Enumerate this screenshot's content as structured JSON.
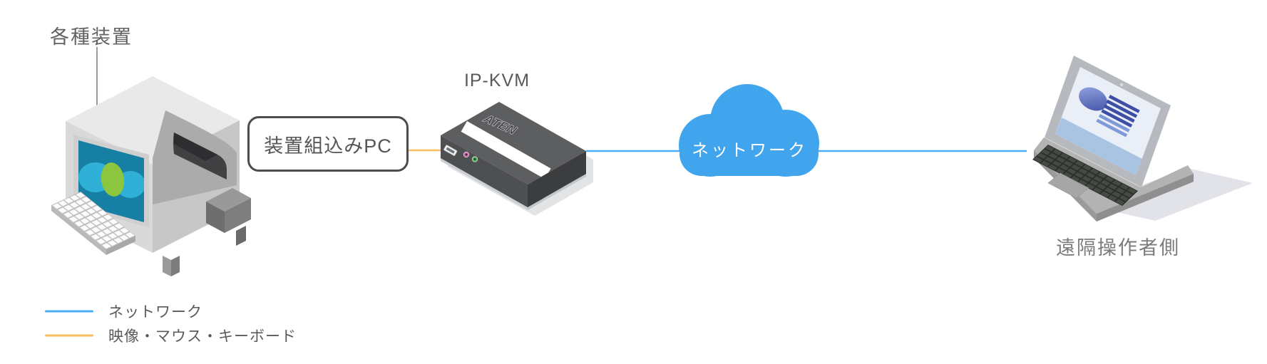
{
  "diagram": {
    "source_equipment": {
      "label": "各種装置"
    },
    "embedded_pc": {
      "label": "装置組込みPC"
    },
    "ip_kvm": {
      "label": "IP-KVM",
      "device_logo": "ATEN"
    },
    "network_cloud": {
      "label": "ネットワーク"
    },
    "remote_operator": {
      "label": "遠隔操作者側"
    },
    "legend": {
      "items": [
        {
          "label": "ネットワーク",
          "color": "#4badf2"
        },
        {
          "label": "映像・マウス・キーボード",
          "color": "#f9bd62"
        }
      ]
    },
    "colors": {
      "network_line": "#4badf2",
      "kvm_cable": "#f9bd62",
      "cloud": "#41a5ee"
    }
  }
}
